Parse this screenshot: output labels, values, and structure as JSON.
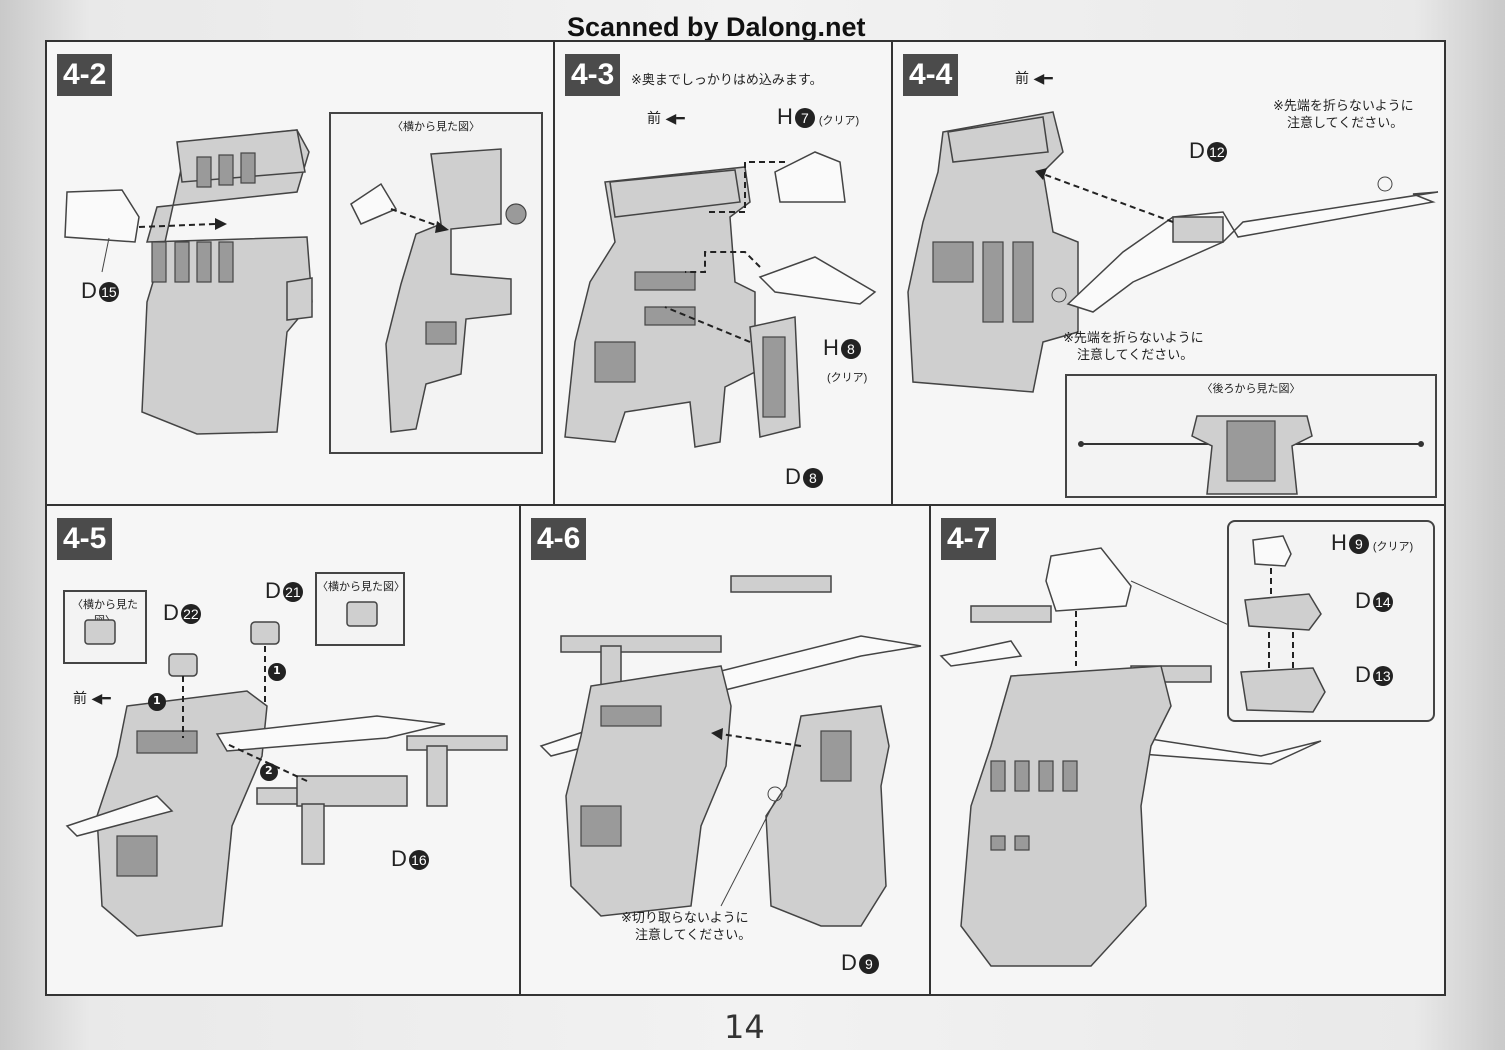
{
  "watermark": "Scanned by Dalong.net",
  "page_number": "14",
  "steps": {
    "s42": {
      "label": "4-2",
      "inset_title": "〈横から見た図〉",
      "part_d15": "D",
      "part_d15_num": "15"
    },
    "s43": {
      "label": "4-3",
      "note": "※奥までしっかりはめ込みます。",
      "front": "前",
      "h7": "H",
      "h7_num": "7",
      "h7_sub": "(クリア)",
      "h8": "H",
      "h8_num": "8",
      "h8_sub": "(クリア)",
      "d8": "D",
      "d8_num": "8"
    },
    "s44": {
      "label": "4-4",
      "front": "前",
      "d12": "D",
      "d12_num": "12",
      "note_top_1": "※先端を折らないように",
      "note_top_2": "注意してください。",
      "note_bottom_1": "※先端を折らないように",
      "note_bottom_2": "注意してください。",
      "inset_title": "〈後ろから見た図〉"
    },
    "s45": {
      "label": "4-5",
      "inset_left_title": "〈横から見た図〉",
      "inset_right_title": "〈横から見た図〉",
      "d22": "D",
      "d22_num": "22",
      "d21": "D",
      "d21_num": "21",
      "front": "前",
      "d16": "D",
      "d16_num": "16",
      "order_1": "1",
      "order_2": "2"
    },
    "s46": {
      "label": "4-6",
      "note_1": "※切り取らないように",
      "note_2": "注意してください。",
      "d9": "D",
      "d9_num": "9"
    },
    "s47": {
      "label": "4-7",
      "h9": "H",
      "h9_num": "9",
      "h9_sub": "(クリア)",
      "d14": "D",
      "d14_num": "14",
      "d13": "D",
      "d13_num": "13"
    }
  }
}
